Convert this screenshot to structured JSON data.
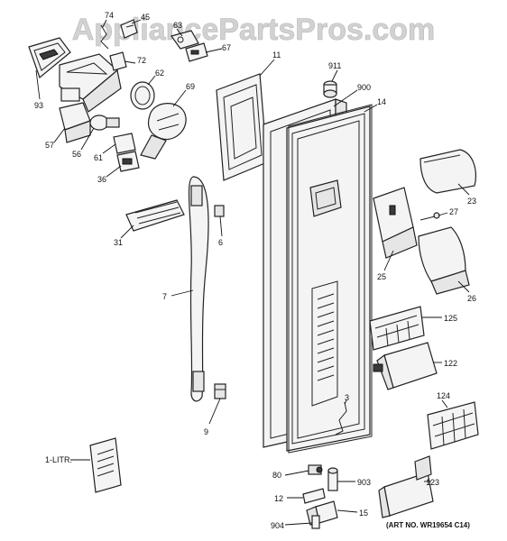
{
  "watermark": "AppliancePartsPros.com",
  "art_number": "(ART NO. WR19654 C14)",
  "literature_label": "1-LITR.",
  "callouts": {
    "c74": "74",
    "c45": "45",
    "c63": "63",
    "c67": "67",
    "c72": "72",
    "c62": "62",
    "c69": "69",
    "c93": "93",
    "c57": "57",
    "c56": "56",
    "c61": "61",
    "c36": "36",
    "c11": "11",
    "c911": "911",
    "c900": "900",
    "c14": "14",
    "c23": "23",
    "c27": "27",
    "c25": "25",
    "c26": "26",
    "c31": "31",
    "c6": "6",
    "c7": "7",
    "c125": "125",
    "c122": "122",
    "c124": "124",
    "c3": "3",
    "c9": "9",
    "c80": "80",
    "c903": "903",
    "c12": "12",
    "c15": "15",
    "c904": "904",
    "c123": "123"
  }
}
